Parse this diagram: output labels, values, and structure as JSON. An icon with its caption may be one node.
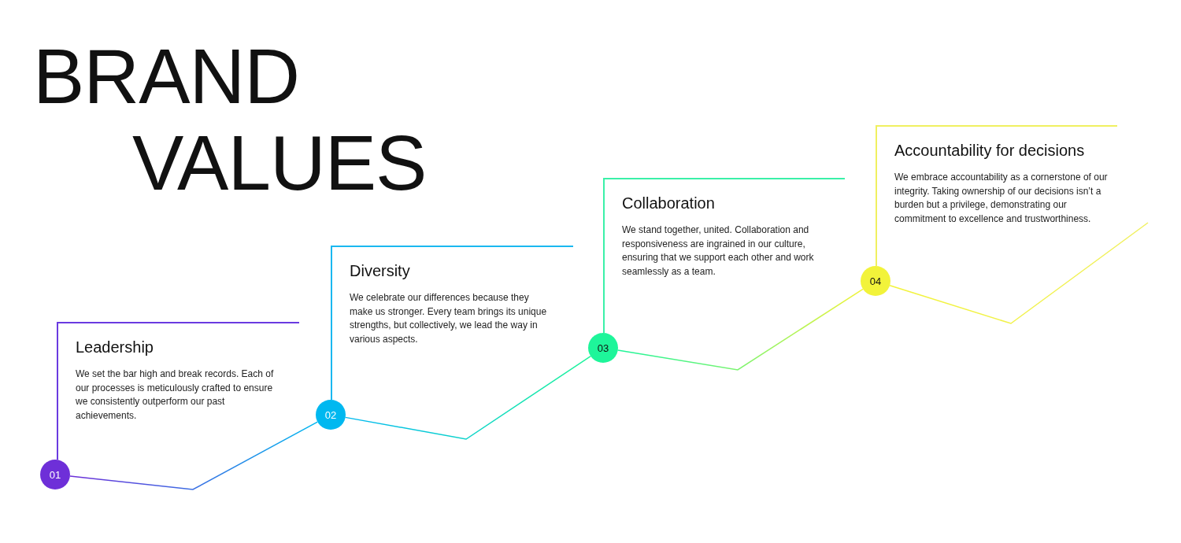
{
  "diagram": {
    "title": "BRAND VALUES",
    "nodes": [
      {
        "text": [
          "Leadership",
          "We set the bar high and break records. Each of our processes is meticulously crafted to ensure we consistently outperform our past achievements."
        ]
      },
      {
        "text": [
          "01"
        ]
      },
      {
        "text": [
          "Diversity",
          "We celebrate our differences because they make us stronger. Every team brings its unique strengths, but collectively, we lead the way in various aspects."
        ]
      },
      {
        "text": [
          "02"
        ]
      },
      {
        "text": [
          "Collaboration",
          "We stand together, united. Collaboration and responsiveness are ingrained in our culture, ensuring that we support each other and work seamlessly as a team."
        ]
      },
      {
        "text": [
          "03"
        ]
      },
      {
        "text": [
          "Accountability for decisions",
          "We embrace accountability as a cornerstone of our integrity. Taking ownership of our decisions isn’t a burden but a privilege, demonstrating our commitment to excellence and trustworthiness."
        ]
      },
      {
        "text": [
          "04"
        ]
      }
    ],
    "edges": [
      {
        "from": 1,
        "to": 3,
        "arrow": "none"
      },
      {
        "from": 3,
        "to": 5,
        "arrow": "none"
      },
      {
        "from": 5,
        "to": 7,
        "arrow": "none"
      },
      {
        "from": 7,
        "to": null,
        "arrow": "none"
      }
    ]
  }
}
